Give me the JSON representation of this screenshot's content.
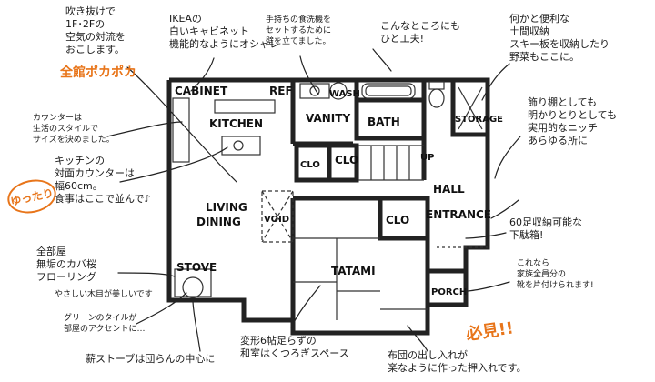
{
  "rooms": {
    "cabinet": "CABINET",
    "ref": "REF",
    "wash": "WASH",
    "kitchen": "KITCHEN",
    "vanity": "VANITY",
    "bath": "BATH",
    "storage": "STORAGE",
    "clo1": "CLO",
    "clo2": "CLO",
    "clo3": "CLO",
    "up": "UP",
    "hall": "HALL",
    "living": "LIVING",
    "dining": "DINING",
    "void": "VOID",
    "entrance": "ENTRANCE",
    "stove": "STOVE",
    "tatami": "TATAMI",
    "porch": "PORCH"
  },
  "notes": {
    "void_air": [
      "吹き抜けで",
      "1F･2Fの",
      "空気の対流を",
      "おこします。"
    ],
    "warm": "全館ポカポカ",
    "ikea": [
      "IKEAの",
      "白いキャビネット",
      "機能的なようにオシャレ"
    ],
    "wall": [
      "手持ちの食洗機を",
      "セットするために",
      "壁を立てました。"
    ],
    "here_too": [
      "こんなところにも",
      "ひと工夫!"
    ],
    "doma": [
      "何かと便利な",
      "土間収納",
      "スキー板を収納したり",
      "野菜もここに。"
    ],
    "counter": [
      "カウンターは",
      "生活のスタイルで",
      "サイズを決めました。"
    ],
    "kitchen_counter": [
      "キッチンの",
      "対面カウンターは",
      "幅60cm。",
      "食事はここで並んで♪"
    ],
    "badge": "ゆったり",
    "niche": [
      "飾り棚としても",
      "明かりとりとしても",
      "実用的なニッチ",
      "あらゆる所に"
    ],
    "shoes": [
      "60足収納可能な",
      "下駄箱!"
    ],
    "shoes_sub": [
      "これなら",
      "家族全員分の",
      "靴を片付けられます!"
    ],
    "floor": [
      "全部屋",
      "無垢のカバ桜",
      "フローリング"
    ],
    "floor_sub": "やさしい木目が美しいです",
    "green_tile": [
      "グリーンのタイルが",
      "部屋のアクセントに…"
    ],
    "stove": "薪ストーブは団らんの中心に",
    "washitsu": [
      "変形6帖足らずの",
      "和室はくつろぎスペース"
    ],
    "futon": [
      "布団の出し入れが",
      "楽なように作った押入れです。"
    ],
    "accent": "必見!!"
  }
}
